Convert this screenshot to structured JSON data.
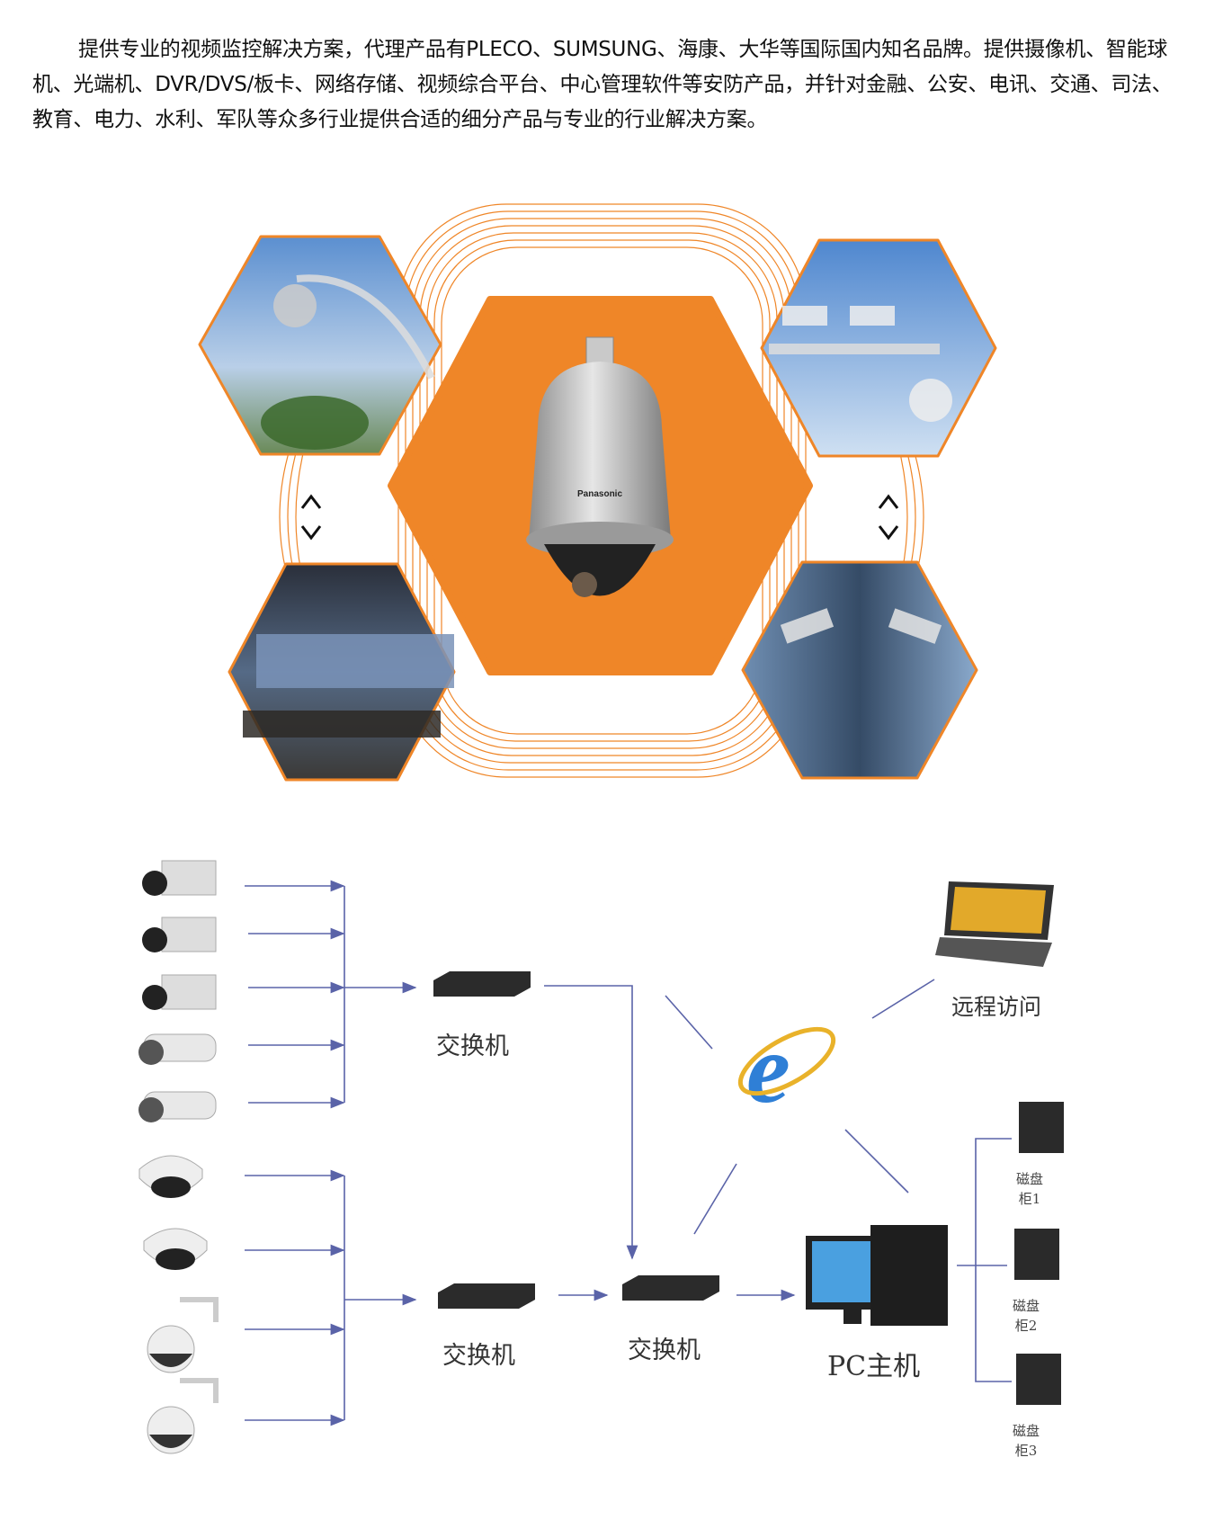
{
  "intro_text": "提供专业的视频监控解决方案，代理产品有PLECO、SUMSUNG、海康、大华等国际国内知名品牌。提供摄像机、智能球机、光端机、DVR/DVS/板卡、网络存储、视频综合平台、中心管理软件等安防产品，并针对金融、公安、电讯、交通、司法、教育、电力、水利、军队等众多行业提供合适的细分产品与专业的行业解决方案。",
  "center_camera_brand": "Panasonic",
  "diagram": {
    "switch1": "交换机",
    "switch2": "交换机",
    "switch3": "交换机",
    "remote_access": "远程访问",
    "pc_host": "PC主机",
    "disk1": [
      "磁盘",
      "柜1"
    ],
    "disk2": [
      "磁盘",
      "柜2"
    ],
    "disk3": [
      "磁盘",
      "柜3"
    ]
  },
  "colors": {
    "orange": "#ef8628",
    "line": "#5a63a8"
  }
}
